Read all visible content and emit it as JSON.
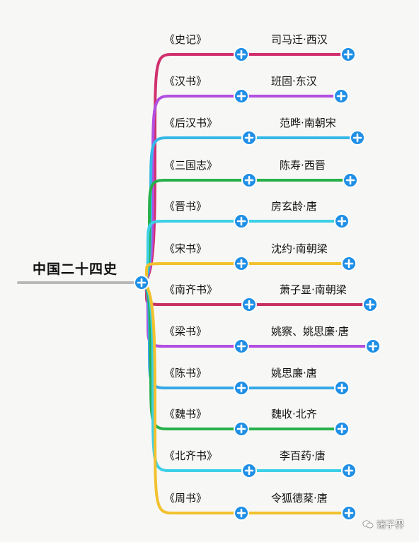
{
  "root": {
    "title": "中国二十四史"
  },
  "branches": [
    {
      "book": "《史记》",
      "author": "司马迁·西汉",
      "color": "#d0306d"
    },
    {
      "book": "《汉书》",
      "author": "班固·东汉",
      "color": "#b24fe0"
    },
    {
      "book": "《后汉书》",
      "author": "范晔·南朝宋",
      "color": "#35b7e8"
    },
    {
      "book": "《三国志》",
      "author": "陈寿·西晋",
      "color": "#27b04a"
    },
    {
      "book": "《晋书》",
      "author": "房玄龄·唐",
      "color": "#3ccfe6"
    },
    {
      "book": "《宋书》",
      "author": "沈约·南朝梁",
      "color": "#f2c12e"
    },
    {
      "book": "《南齐书》",
      "author": "萧子显·南朝梁",
      "color": "#c8305f"
    },
    {
      "book": "《梁书》",
      "author": "姚察、姚思廉·唐",
      "color": "#b24fe0"
    },
    {
      "book": "《陈书》",
      "author": "姚思廉·唐",
      "color": "#35a8e8"
    },
    {
      "book": "《魏书》",
      "author": "魏收·北齐",
      "color": "#27b04a"
    },
    {
      "book": "《北齐书》",
      "author": "李百药·唐",
      "color": "#3ccfe6"
    },
    {
      "book": "《周书》",
      "author": "令狐德棻·唐",
      "color": "#f2c12e"
    }
  ],
  "node_button": {
    "color": "#1f8fe6",
    "icon": "plus-icon"
  },
  "watermark": {
    "text": "诸子界",
    "icon": "wechat-icon"
  }
}
